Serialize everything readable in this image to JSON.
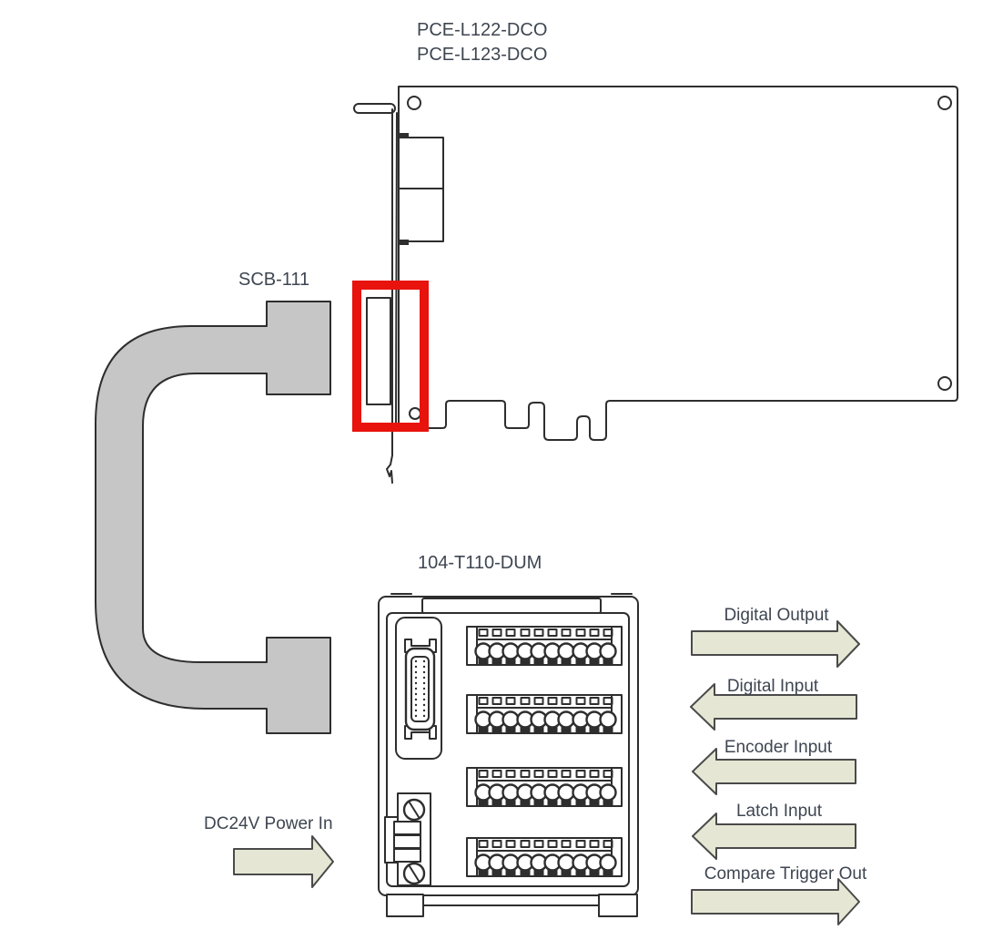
{
  "card": {
    "title_line1": "PCE-L122-DCO",
    "title_line2": "PCE-L123-DCO"
  },
  "cable": {
    "label": "SCB-111"
  },
  "board": {
    "label": "104-T110-DUM"
  },
  "power": {
    "label": "DC24V Power In",
    "direction": "right"
  },
  "signals": [
    {
      "label": "Digital Output",
      "direction": "right"
    },
    {
      "label": "Digital Input",
      "direction": "left"
    },
    {
      "label": "Encoder Input",
      "direction": "left"
    },
    {
      "label": "Latch Input",
      "direction": "left"
    },
    {
      "label": "Compare Trigger Out",
      "direction": "right"
    }
  ],
  "icons": {
    "highlight": "red-highlight-box",
    "screw_terminal": "screw-terminal-circle"
  },
  "colors": {
    "background": "#ffffff",
    "line": "#2e2e2e",
    "text": "#3e4651",
    "highlight_red": "#e8130d",
    "cable_gray": "#c6c6c6",
    "arrow_fill": "#e5e7d4",
    "arrow_stroke": "#4a4a4a"
  }
}
